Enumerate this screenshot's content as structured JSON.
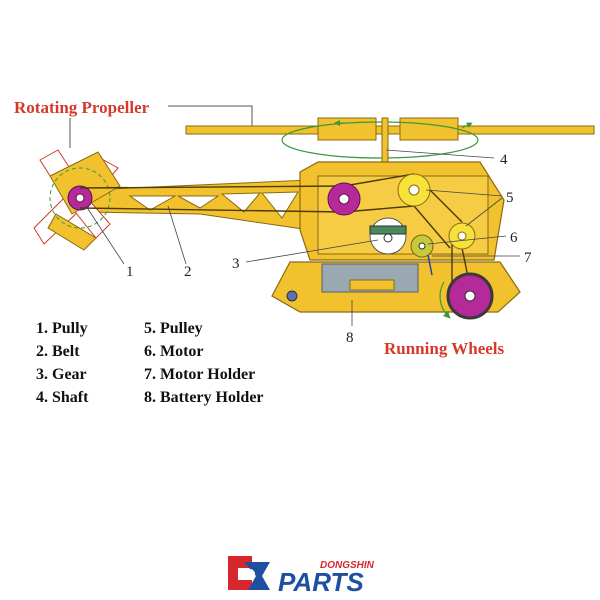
{
  "callouts": {
    "propeller": "Rotating Propeller",
    "wheels": "Running Wheels"
  },
  "part_numbers": [
    "1",
    "2",
    "3",
    "4",
    "5",
    "6",
    "7",
    "8"
  ],
  "legend": {
    "col1": [
      "1. Pully",
      "2. Belt",
      "3. Gear",
      "4. Shaft"
    ],
    "col2": [
      "5. Pulley",
      "6. Motor",
      "7. Motor Holder",
      "8. Battery Holder"
    ]
  },
  "brand": {
    "small": "DONGSHIN",
    "big": "PARTS"
  },
  "colors": {
    "body": "#f2c12e",
    "body_dark": "#d9a21a",
    "outline": "#8a6a10",
    "callout_red": "#d33a2c",
    "pulley_magenta": "#b5299a",
    "pulley_yellow": "#f6e23a",
    "arrow_green": "#3a9a3a",
    "brand_blue": "#1e4fa0",
    "brand_red": "#d8262f"
  }
}
